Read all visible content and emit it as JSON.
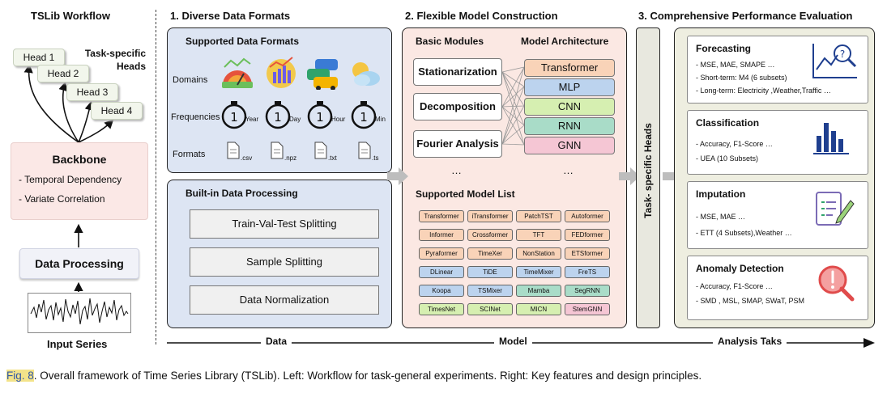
{
  "left": {
    "title": "TSLib Workflow",
    "heads": [
      "Head 1",
      "Head 2",
      "Head 3",
      "Head 4"
    ],
    "task_specific_heads": "Task-specific Heads",
    "backbone_title": "Backbone",
    "backbone_items": [
      "- Temporal Dependency",
      "- Variate Correlation"
    ],
    "data_processing": "Data Processing",
    "input_series": "Input Series"
  },
  "section1": {
    "title": "1. Diverse Data Formats",
    "supported_title": "Supported Data Formats",
    "rows": {
      "domains": "Domains",
      "frequencies": "Frequencies",
      "formats": "Formats"
    },
    "frequencies": [
      "Year",
      "Day",
      "Hour",
      "Min"
    ],
    "formats": [
      ".csv",
      ".npz",
      ".txt",
      ".ts"
    ],
    "builtin_title": "Built-in Data Processing",
    "processing": [
      "Train-Val-Test Splitting",
      "Sample Splitting",
      "Data Normalization"
    ]
  },
  "section2": {
    "title": "2. Flexible Model Construction",
    "basic_modules_title": "Basic Modules",
    "architecture_title": "Model Architecture",
    "modules": [
      "Stationarization",
      "Decomposition",
      "Fourier Analysis"
    ],
    "architectures": [
      "Transformer",
      "MLP",
      "CNN",
      "RNN",
      "GNN"
    ],
    "ellipsis": "…",
    "model_list_title": "Supported Model List",
    "models": [
      [
        "Transformer",
        "iTransformer",
        "PatchTST",
        "Autoformer"
      ],
      [
        "Informer",
        "Crossformer",
        "TFT",
        "FEDformer"
      ],
      [
        "Pyraformer",
        "TimeXer",
        "NonStation",
        "ETSformer"
      ],
      [
        "DLinear",
        "TiDE",
        "TimeMixer",
        "FreTS"
      ],
      [
        "Koopa",
        "TSMixer",
        "Mamba",
        "SegRNN"
      ],
      [
        "TimesNet",
        "SCINet",
        "MICN",
        "StemGNN"
      ]
    ]
  },
  "heads_label": "Task- specific Heads",
  "section3": {
    "title": "3. Comprehensive Performance Evaluation",
    "tasks": [
      {
        "title": "Forecasting",
        "items": [
          "- MSE, MAE, SMAPE …",
          "- Short-term: M4 (6 subsets)",
          "- Long-term: Electricity ,Weather,Traffic …"
        ]
      },
      {
        "title": "Classification",
        "items": [
          "- Accuracy, F1-Score …",
          "- UEA (10 Subsets)"
        ]
      },
      {
        "title": "Imputation",
        "items": [
          "- MSE, MAE …",
          "- ETT (4 Subsets),Weather …"
        ]
      },
      {
        "title": "Anomaly Detection",
        "items": [
          "- Accuracy, F1-Score …",
          "- SMD , MSL, SMAP, SWaT, PSM"
        ]
      }
    ]
  },
  "axis": {
    "data": "Data",
    "model": "Model",
    "analysis": "Analysis Taks"
  },
  "caption": {
    "fig": "Fig. 8",
    "text": ". Overall framework of Time Series Library (TSLib). Left: Workflow for task-general experiments. Right: Key features and design principles."
  },
  "colors": {
    "panel1_bg": "#dde5f3",
    "panel2_bg": "#fbe8e3",
    "panel3_bg": "#eeeee0",
    "heads_bg": "#e8e8df",
    "transformer": "#f9d3b8",
    "mlp": "#bcd3ee",
    "cnn": "#d6efb1",
    "rnn": "#a9dcc8",
    "gnn": "#f5c6d4",
    "accent_icon": "#1f3f8f"
  }
}
